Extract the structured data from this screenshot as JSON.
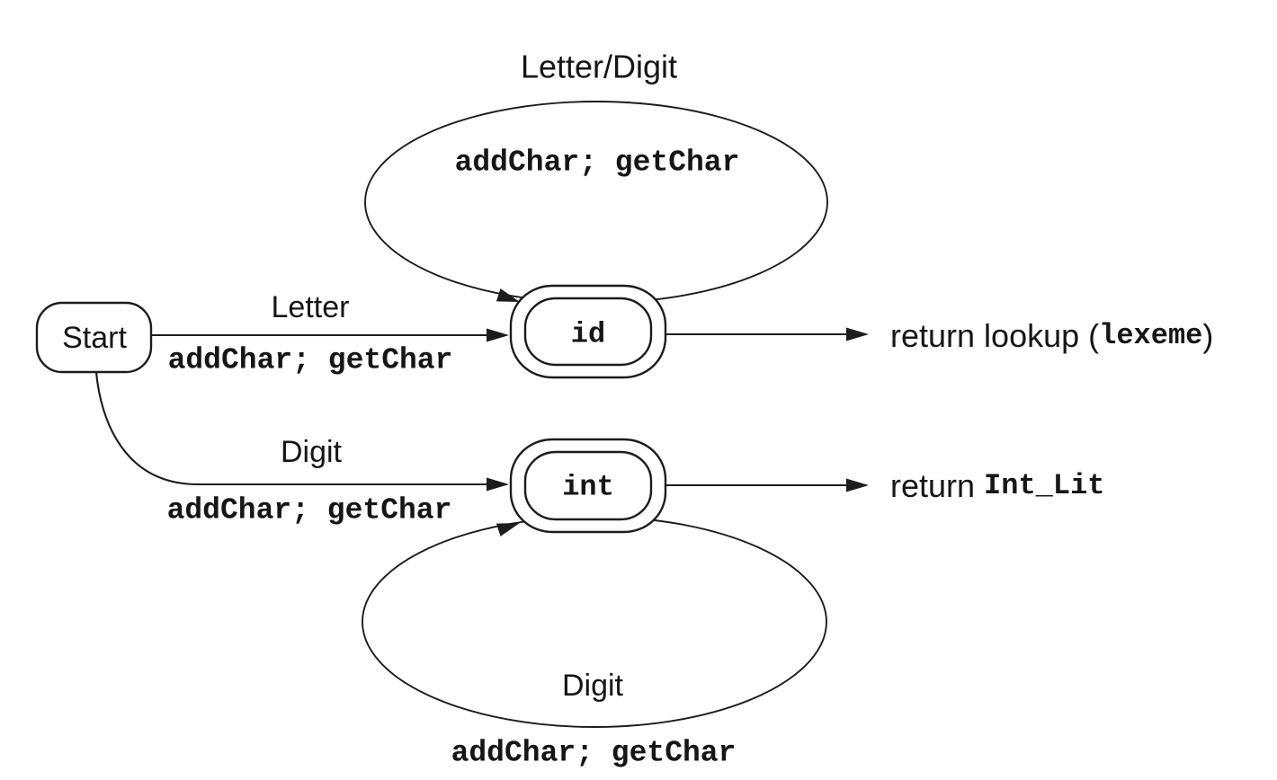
{
  "diagram": {
    "kind": "state-diagram",
    "states": {
      "start": {
        "label": "Start"
      },
      "id": {
        "label": "id"
      },
      "int": {
        "label": "int"
      }
    },
    "transitions": {
      "letter": {
        "label": "Letter",
        "action": "addChar; getChar"
      },
      "digit": {
        "label": "Digit",
        "action": "addChar; getChar"
      },
      "id_loop": {
        "label": "Letter/Digit",
        "action": "addChar; getChar"
      },
      "int_loop": {
        "label": "Digit",
        "action": "addChar; getChar"
      }
    },
    "outputs": {
      "id_return": {
        "prefix": "return lookup (",
        "arg": "lexeme",
        "suffix": ")"
      },
      "int_return": {
        "prefix": "return ",
        "arg": "Int_Lit",
        "suffix": ""
      }
    },
    "colors": {
      "stroke": "#1c1c1c",
      "background": "#ffffff"
    }
  }
}
